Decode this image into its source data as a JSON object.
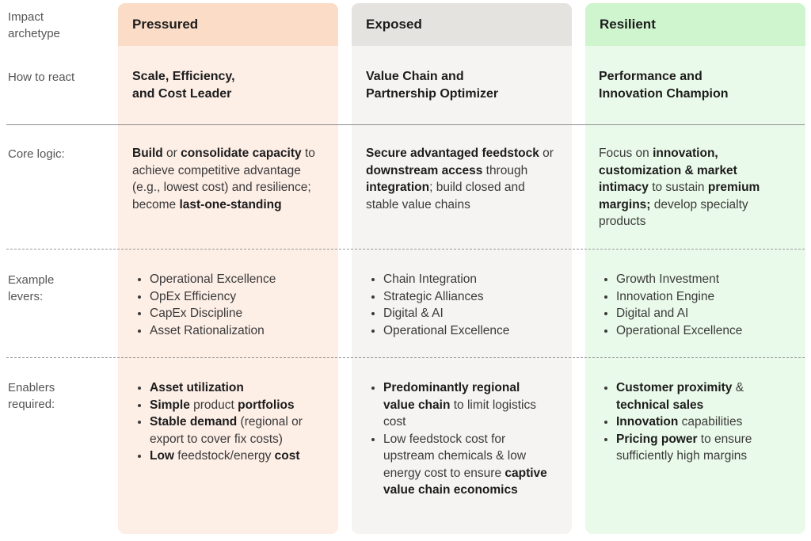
{
  "row_labels": {
    "impact": "Impact archetype",
    "react": "How to react",
    "logic": "Core logic:",
    "levers": "Example levers:",
    "enablers": "Enablers required:"
  },
  "columns": [
    {
      "title": "Pressured",
      "react": [
        "Scale, Efficiency,",
        "and Cost Leader"
      ],
      "logic": [
        {
          "t": "Build",
          "b": true
        },
        {
          "t": " or ",
          "b": false
        },
        {
          "t": "consolidate capacity",
          "b": true
        },
        {
          "t": " to achieve competitive advantage (e.g., lowest cost) and resilience; become ",
          "b": false
        },
        {
          "t": "last-one-standing",
          "b": true
        }
      ],
      "levers": [
        "Operational Excellence",
        "OpEx Efficiency",
        "CapEx Discipline",
        "Asset Rationalization"
      ],
      "enablers": [
        [
          {
            "t": "Asset utilization",
            "b": true
          }
        ],
        [
          {
            "t": "Simple",
            "b": true
          },
          {
            "t": " product ",
            "b": false
          },
          {
            "t": "portfolios",
            "b": true
          }
        ],
        [
          {
            "t": "Stable demand",
            "b": true
          },
          {
            "t": " (regional or export to cover fix costs)",
            "b": false
          }
        ],
        [
          {
            "t": "Low",
            "b": true
          },
          {
            "t": " feedstock/energy ",
            "b": false
          },
          {
            "t": "cost",
            "b": true
          }
        ]
      ]
    },
    {
      "title": "Exposed",
      "react": [
        "Value Chain and",
        "Partnership Optimizer"
      ],
      "logic": [
        {
          "t": "Secure advantaged feedstock",
          "b": true
        },
        {
          "t": " or ",
          "b": false
        },
        {
          "t": "downstream access",
          "b": true
        },
        {
          "t": " through ",
          "b": false
        },
        {
          "t": "integration",
          "b": true
        },
        {
          "t": "; build closed and stable value chains",
          "b": false
        }
      ],
      "levers": [
        "Chain Integration",
        "Strategic Alliances",
        "Digital & AI",
        "Operational Excellence"
      ],
      "enablers": [
        [
          {
            "t": "Predominantly regional value chain",
            "b": true
          },
          {
            "t": " to limit logistics cost",
            "b": false
          }
        ],
        [
          {
            "t": "Low feedstock cost for upstream chemicals & low energy cost to ensure ",
            "b": false
          },
          {
            "t": "captive value chain economics",
            "b": true
          }
        ]
      ]
    },
    {
      "title": "Resilient",
      "react": [
        "Performance and",
        "Innovation Champion"
      ],
      "logic": [
        {
          "t": "Focus on ",
          "b": false
        },
        {
          "t": "innovation, customization & market intimacy",
          "b": true
        },
        {
          "t": " to sustain ",
          "b": false
        },
        {
          "t": "premium margins;",
          "b": true
        },
        {
          "t": " develop specialty products",
          "b": false
        }
      ],
      "levers": [
        "Growth Investment",
        "Innovation Engine",
        "Digital and AI",
        "Operational Excellence"
      ],
      "enablers": [
        [
          {
            "t": "Customer proximity",
            "b": true
          },
          {
            "t": " & ",
            "b": false
          },
          {
            "t": "technical sales",
            "b": true
          }
        ],
        [
          {
            "t": "Innovation",
            "b": true
          },
          {
            "t": " capabilities",
            "b": false
          }
        ],
        [
          {
            "t": "Pricing power",
            "b": true
          },
          {
            "t": " to ensure sufficiently high margins",
            "b": false
          }
        ]
      ]
    }
  ]
}
